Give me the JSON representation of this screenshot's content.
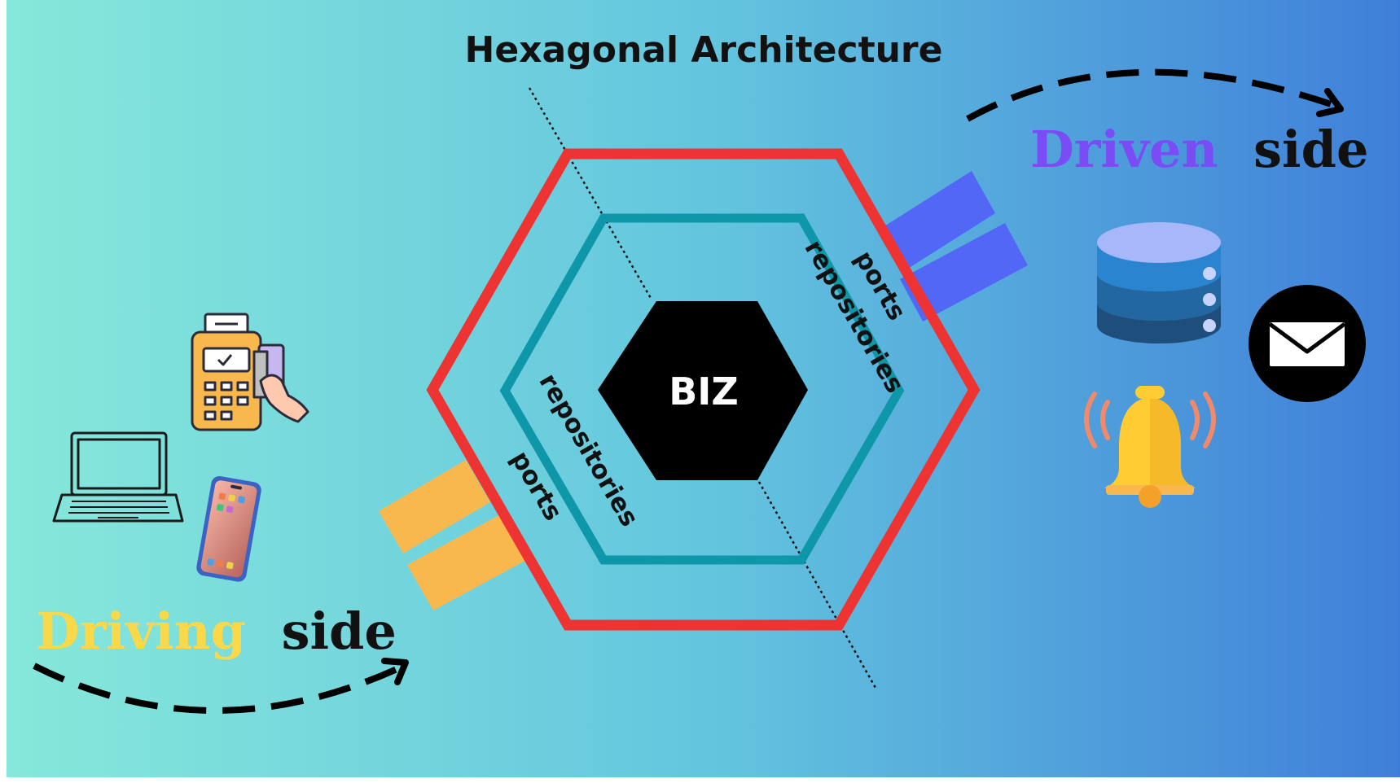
{
  "title": "Hexagonal Architecture",
  "core": {
    "label": "BIZ"
  },
  "left_side": {
    "word": "Driving",
    "suffix": "side",
    "ports_label": "ports",
    "repositories_label": "repositories",
    "devices": [
      "payment-terminal-icon",
      "laptop-icon",
      "smartphone-icon"
    ]
  },
  "right_side": {
    "word": "Driven",
    "suffix": "side",
    "ports_label": "ports",
    "repositories_label": "repositories",
    "services": [
      "database-icon",
      "mail-icon",
      "notification-bell-icon"
    ]
  },
  "colors": {
    "background_start": "#86E8DA",
    "background_end": "#3F7FD9",
    "outer_hexagon": "#EE3333",
    "inner_hexagon": "#0E97A8",
    "core": "#000000",
    "driving_ports": "#F9B84E",
    "driven_ports": "#5267F5",
    "driving_text": "#F9D84A",
    "driven_text": "#7A4CF5",
    "text": "#111111"
  }
}
